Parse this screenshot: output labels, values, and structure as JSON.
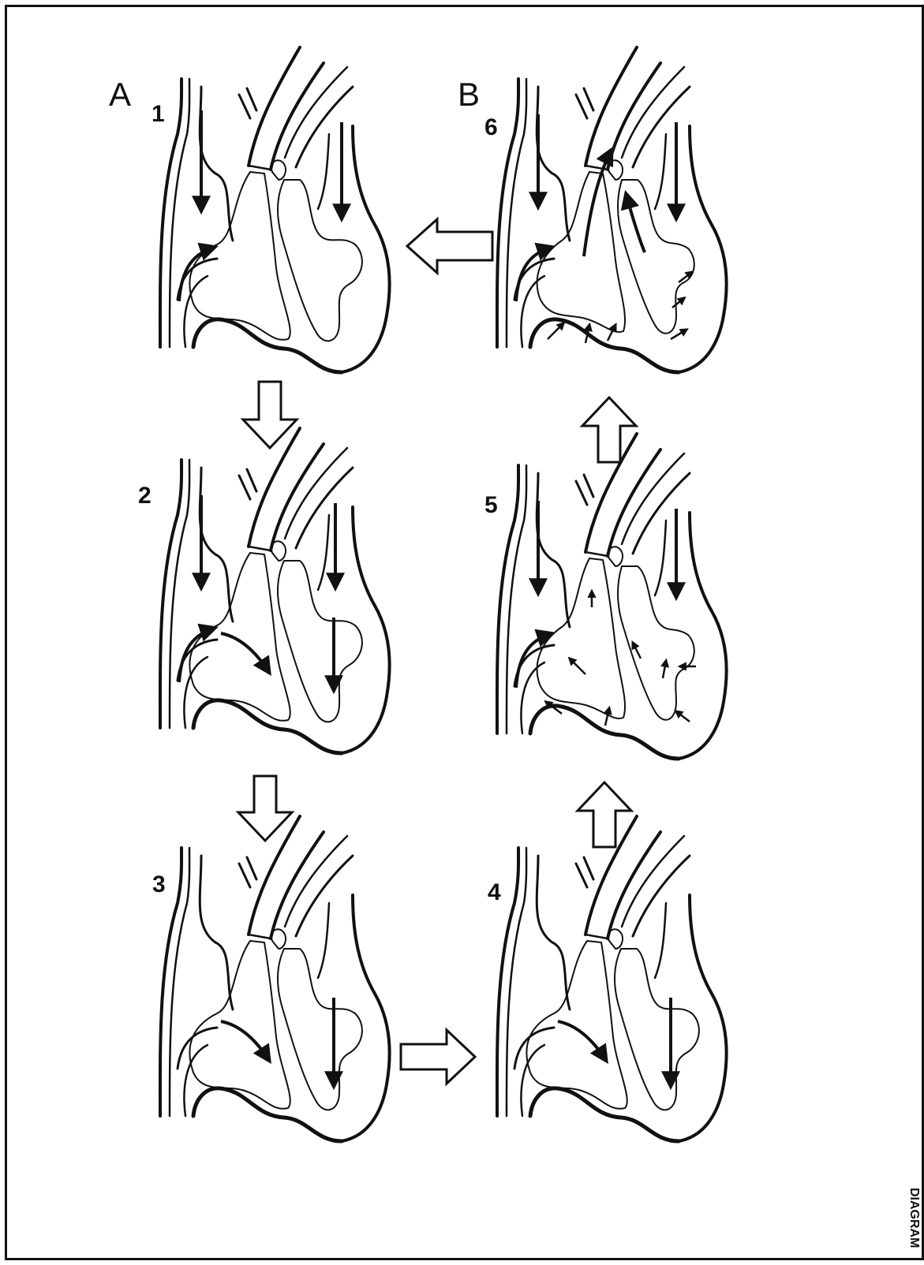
{
  "figure": {
    "panels": [
      {
        "letter": "A"
      },
      {
        "letter": "B"
      }
    ],
    "stages": [
      "1",
      "2",
      "3",
      "4",
      "5",
      "6"
    ],
    "side_text": "DIAGRAM",
    "colors": {
      "ink": "#111111",
      "paper": "#ffffff"
    }
  }
}
